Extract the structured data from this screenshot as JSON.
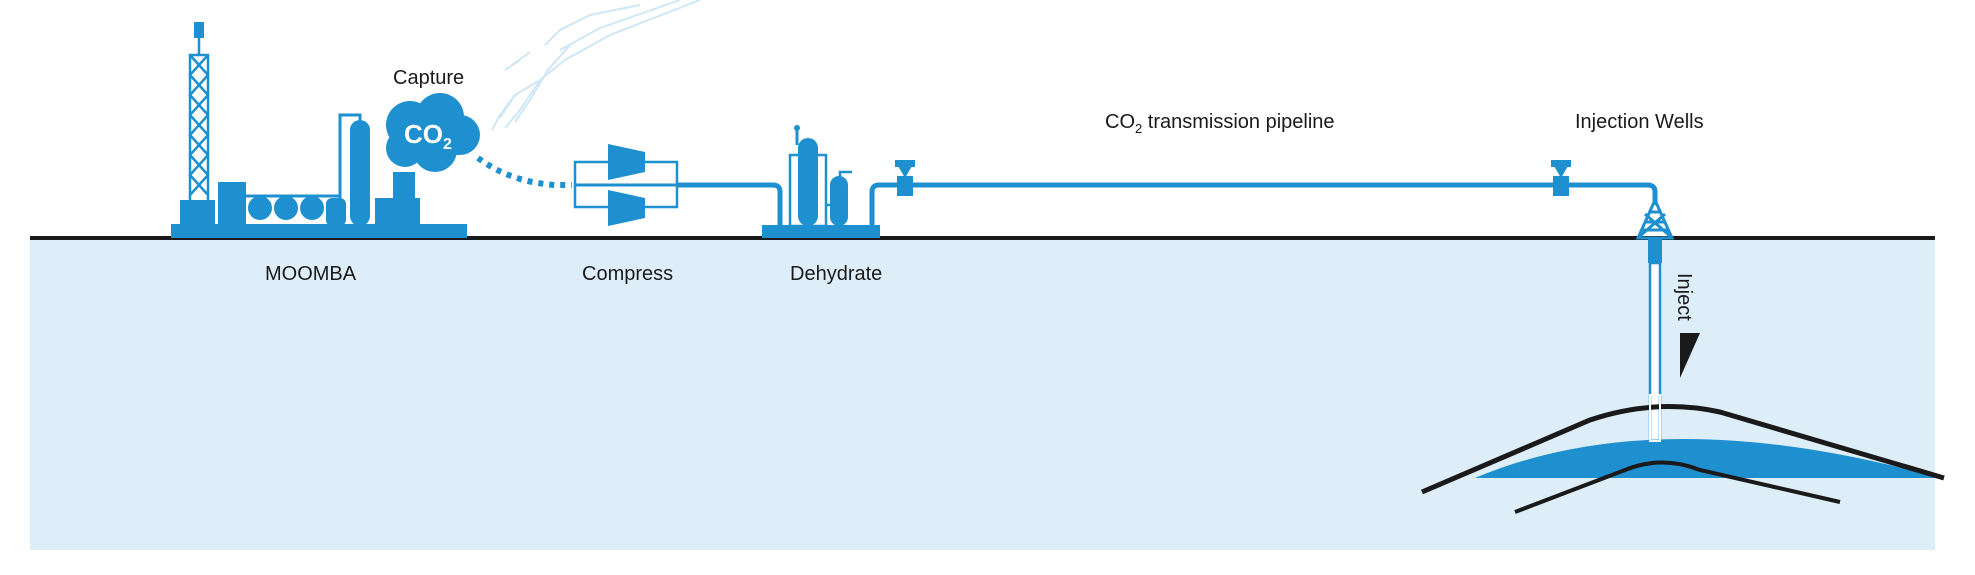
{
  "diagram": {
    "labels": {
      "capture": "Capture",
      "moomba": "MOOMBA",
      "compress": "Compress",
      "dehydrate": "Dehydrate",
      "pipeline_prefix": "CO",
      "pipeline_sub": "2",
      "pipeline_suffix": " transmission pipeline",
      "injection_wells": "Injection Wells",
      "inject": "Inject"
    },
    "co2_cloud": {
      "main": "CO",
      "sub": "2"
    },
    "colors": {
      "accent_blue": "#1e8fcf",
      "ground_fill": "#deeef8",
      "ground_line": "#1a1a1a",
      "reservoir_cap": "#1a1a1a",
      "hand_outline": "#cfe7f5"
    }
  }
}
